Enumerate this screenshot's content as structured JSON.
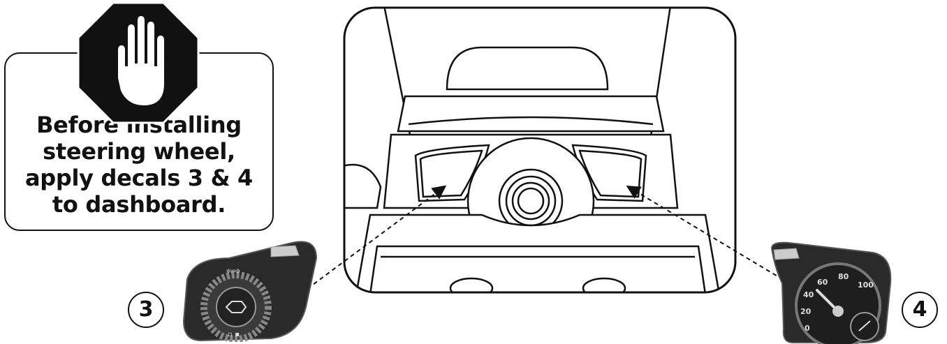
{
  "instruction": {
    "lines": [
      "Before installing",
      "steering wheel,",
      "apply decals 3 & 4",
      "to dashboard."
    ]
  },
  "stop_icon": "stop-hand-icon",
  "decals": {
    "left": {
      "number": "3"
    },
    "right": {
      "number": "4",
      "gauge_labels": [
        "0",
        "20",
        "40",
        "60",
        "80",
        "100"
      ]
    }
  },
  "colors": {
    "outline": "#111111",
    "background": "#ffffff",
    "decal_dark": "#2a2a2a"
  }
}
